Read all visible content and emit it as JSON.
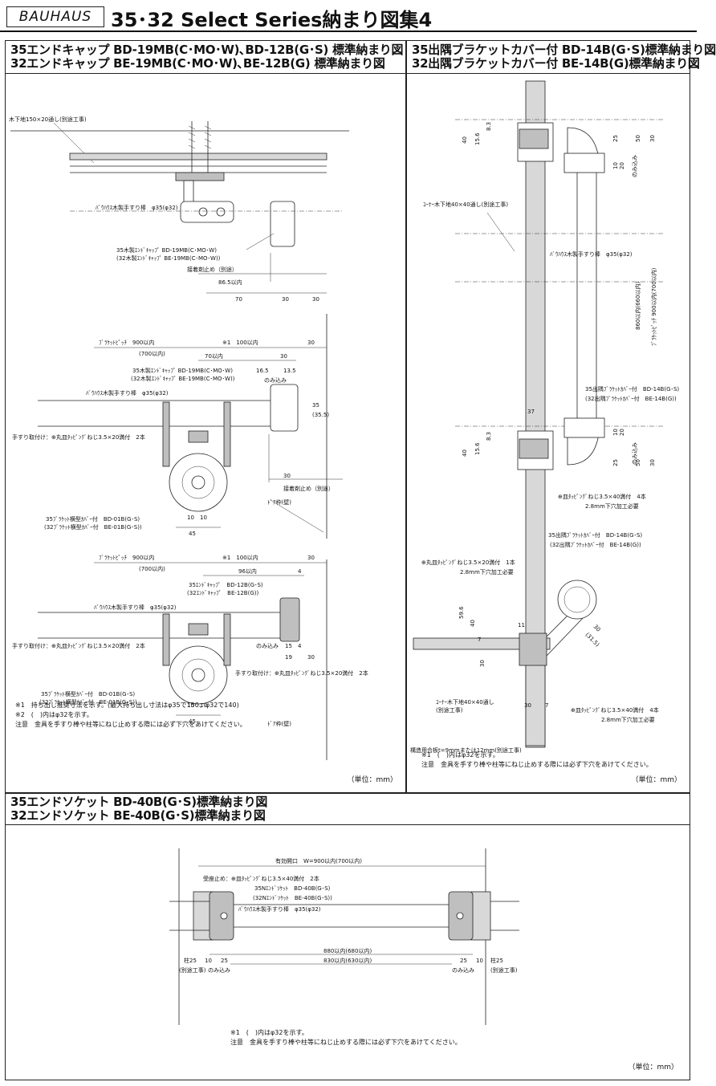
{
  "header": {
    "brand": "BAUHAUS",
    "title": "35･32 Select Series納まり図集4"
  },
  "panels": {
    "top_left": {
      "title_line1": "35エンドキャップ BD-19MB(C･MO･W)､BD-12B(G･S) 標準納まり図",
      "title_line2": "32エンドキャップ BE-19MB(C･MO･W)､BE-12B(G) 標準納まり図",
      "unit": "（単位：mm）",
      "labels": {
        "wood_base": "木下地150×20通し(別途工事)",
        "bracket_cover_35": "35ﾌﾞﾗｹｯﾄ横型ｶﾊﾞｰ付　BD-01B(G･S)",
        "bracket_cover_32": "(32ﾌﾞﾗｹｯﾄ横型ｶﾊﾞｰ付　BE-01B(G･S))",
        "bar": "ﾊﾞｳﾊｳｽ木製手すり棒　φ35(φ32)",
        "endcap_35": "35木製ｴﾝﾄﾞｷｬｯﾌﾟ BD-19MB(C･MO･W)",
        "endcap_32": "(32木製ｴﾝﾄﾞｷｬｯﾌﾟ BE-19MB(C･MO･W))",
        "adhesive": "接着剤止め（別途）",
        "pitch": "ﾌﾞﾗｹｯﾄﾋﾟｯﾁ　900以内",
        "pitch_32": "(700以内)",
        "note1_mark": "※1　100以内",
        "within70": "70以内",
        "within96": "96以内",
        "within865": "86.5以内",
        "insert": "のみ込み",
        "mount": "手すり取付け：⊕丸皿ﾀｯﾋﾟﾝｸﾞねじ3.5×20満付　2本",
        "door_frame": "ﾄﾞｱ枠(壁)",
        "endcap12_35": "35ｴﾝﾄﾞｷｬｯﾌﾟ　BD-12B(G･S)",
        "endcap12_32": "(32ｴﾝﾄﾞｷｬｯﾌﾟ　BE-12B(G))",
        "d70": "70",
        "d30": "30",
        "d45": "45",
        "d10": "10",
        "d165": "16.5",
        "d135": "13.5",
        "d15": "15",
        "d4": "4",
        "d19": "19",
        "d35": "35",
        "d355": "(35.5)"
      },
      "notes": [
        "※1　持ち出し推奨寸法を示す。(最大持ち出し寸法はφ35で150、φ32で140)",
        "※2　(　)内はφ32を示す。",
        "注意　金具を手すり棒や柱等にねじ止めする際には必ず下穴をあけてください。"
      ]
    },
    "top_right": {
      "title_line1": "35出隅ブラケットカバー付 BD-14B(G･S)標準納まり図",
      "title_line2": "32出隅ブラケットカバー付 BE-14B(G)標準納まり図",
      "unit": "（単位：mm）",
      "labels": {
        "corner_base": "ｺｰﾅｰ木下地40×40通し(別途工事)",
        "bar": "ﾊﾞｳﾊｳｽ木製手すり棒　φ35(φ32)",
        "bracket_35": "35出隅ﾌﾞﾗｹｯﾄｶﾊﾞｰ付　BD-14B(G･S)",
        "bracket_32": "(32出隅ﾌﾞﾗｹｯﾄｶﾊﾞｰ付　BE-14B(G))",
        "pitch": "ﾌﾞﾗｹｯﾄﾋﾟｯﾁ 900以内(700以内)",
        "pitch2": "860以内(660以内)",
        "insert": "のみ込み",
        "screw_flat": "⊕皿ﾀｯﾋﾟﾝｸﾞねじ3.5×40満付　4本",
        "pilot": "2.8mm下穴加工必要",
        "screw_round": "⊕丸皿ﾀｯﾋﾟﾝｸﾞねじ3.5×20満付　1本",
        "corner_base2": "ｺｰﾅｰ木下地40×40通し",
        "corner_base2b": "(別途工事)",
        "plywood": "構造用合板t=9mmまたは12mm(別途工事)",
        "d40": "40",
        "d156": "15.6",
        "d83": "8.3",
        "d25": "25",
        "d50": "50",
        "d30": "30",
        "d20": "20",
        "d10": "10",
        "d37": "37",
        "d596": "59.6",
        "d11": "11",
        "d7": "7",
        "d315": "(31.5)"
      },
      "notes": [
        "※1　(　)内はφ32を示す。",
        "注意　金具を手すり棒や柱等にねじ止めする際には必ず下穴をあけてください。"
      ]
    },
    "bottom": {
      "title_line1": "35エンドソケット BD-40B(G･S)標準納まり図",
      "title_line2": "32エンドソケット BE-40B(G･S)標準納まり図",
      "unit": "（単位：mm）",
      "labels": {
        "opening": "有効開口　W=900以内(700以内)",
        "fix": "受座止め：⊕皿ﾀｯﾋﾟﾝｸﾞねじ3.5×40満付　2本",
        "socket_35": "35Nｴﾝﾄﾞｿｹｯﾄ　BD-40B(G･S)",
        "socket_32": "(32Nｴﾝﾄﾞｿｹｯﾄ　BE-40B(G･S))",
        "bar": "ﾊﾞｳﾊｳｽ木製手すり棒　φ35(φ32)",
        "len880": "880以内(680以内)",
        "len830": "830以内(630以内)",
        "base": "柱25",
        "base_sub": "(別途工事)",
        "insert": "のみ込み",
        "d10": "10",
        "d25": "25"
      },
      "notes": [
        "※1　(　)内はφ32を示す。",
        "注意　金具を手すり棒や柱等にねじ止めする際には必ず下穴をあけてください。"
      ]
    }
  }
}
